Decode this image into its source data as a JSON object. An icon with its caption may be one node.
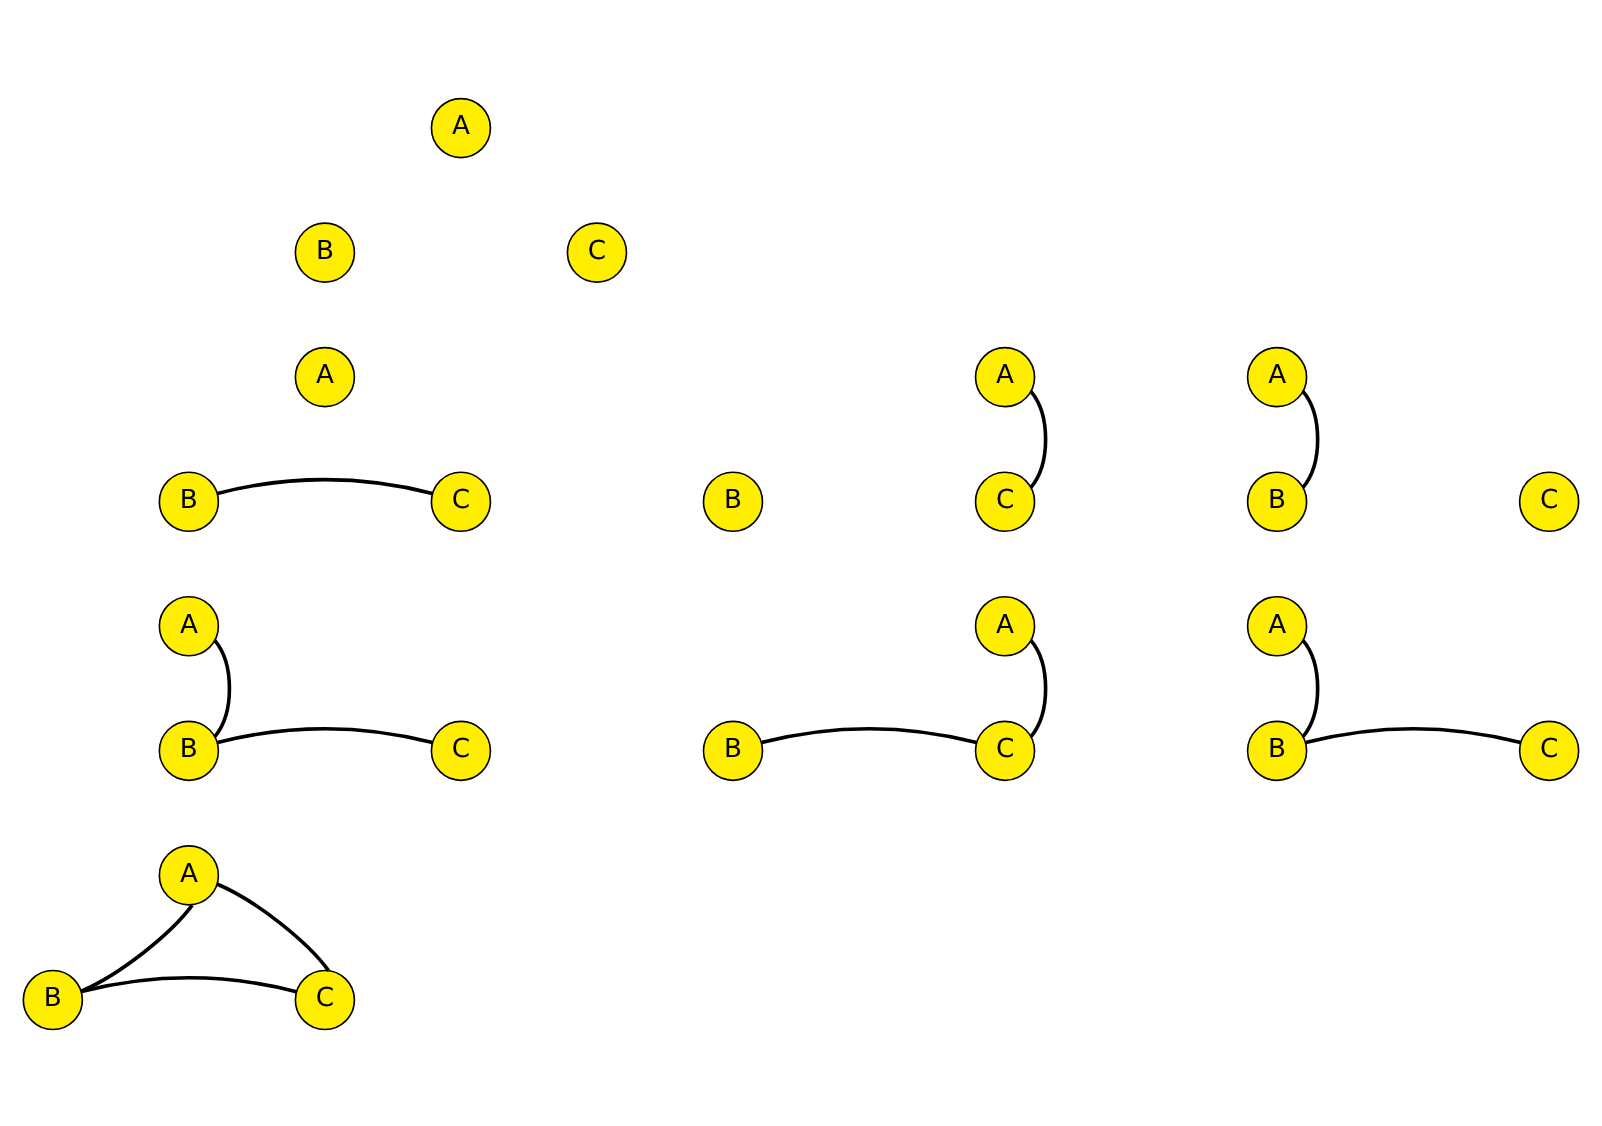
{
  "diagram": {
    "nodes": [
      {
        "text": [
          "A"
        ]
      },
      {
        "text": [
          "B"
        ]
      },
      {
        "text": [
          "C"
        ]
      },
      {
        "text": [
          "A"
        ]
      },
      {
        "text": [
          "B"
        ]
      },
      {
        "text": [
          "C"
        ]
      },
      {
        "text": [
          "A"
        ]
      },
      {
        "text": [
          "B"
        ]
      },
      {
        "text": [
          "C"
        ]
      },
      {
        "text": [
          "A"
        ]
      },
      {
        "text": [
          "B"
        ]
      },
      {
        "text": [
          "C"
        ]
      },
      {
        "text": [
          "A"
        ]
      },
      {
        "text": [
          "B"
        ]
      },
      {
        "text": [
          "C"
        ]
      },
      {
        "text": [
          "A"
        ]
      },
      {
        "text": [
          "B"
        ]
      },
      {
        "text": [
          "C"
        ]
      },
      {
        "text": [
          "A"
        ]
      },
      {
        "text": [
          "B"
        ]
      },
      {
        "text": [
          "C"
        ]
      },
      {
        "text": [
          "A"
        ]
      },
      {
        "text": [
          "B"
        ]
      },
      {
        "text": [
          "C"
        ]
      }
    ],
    "edges": [
      {
        "from": 4,
        "to": 5,
        "arrow": "none"
      },
      {
        "from": 6,
        "to": 8,
        "arrow": "none"
      },
      {
        "from": 9,
        "to": 10,
        "arrow": "none"
      },
      {
        "from": 12,
        "to": 13,
        "arrow": "none"
      },
      {
        "from": 13,
        "to": 14,
        "arrow": "none"
      },
      {
        "from": 16,
        "to": 17,
        "arrow": "none"
      },
      {
        "from": 15,
        "to": 17,
        "arrow": "none"
      },
      {
        "from": 18,
        "to": 19,
        "arrow": "none"
      },
      {
        "from": 19,
        "to": 20,
        "arrow": "none"
      },
      {
        "from": 21,
        "to": 22,
        "arrow": "none"
      },
      {
        "from": 22,
        "to": 23,
        "arrow": "none"
      },
      {
        "from": 21,
        "to": 23,
        "arrow": "none"
      }
    ]
  }
}
